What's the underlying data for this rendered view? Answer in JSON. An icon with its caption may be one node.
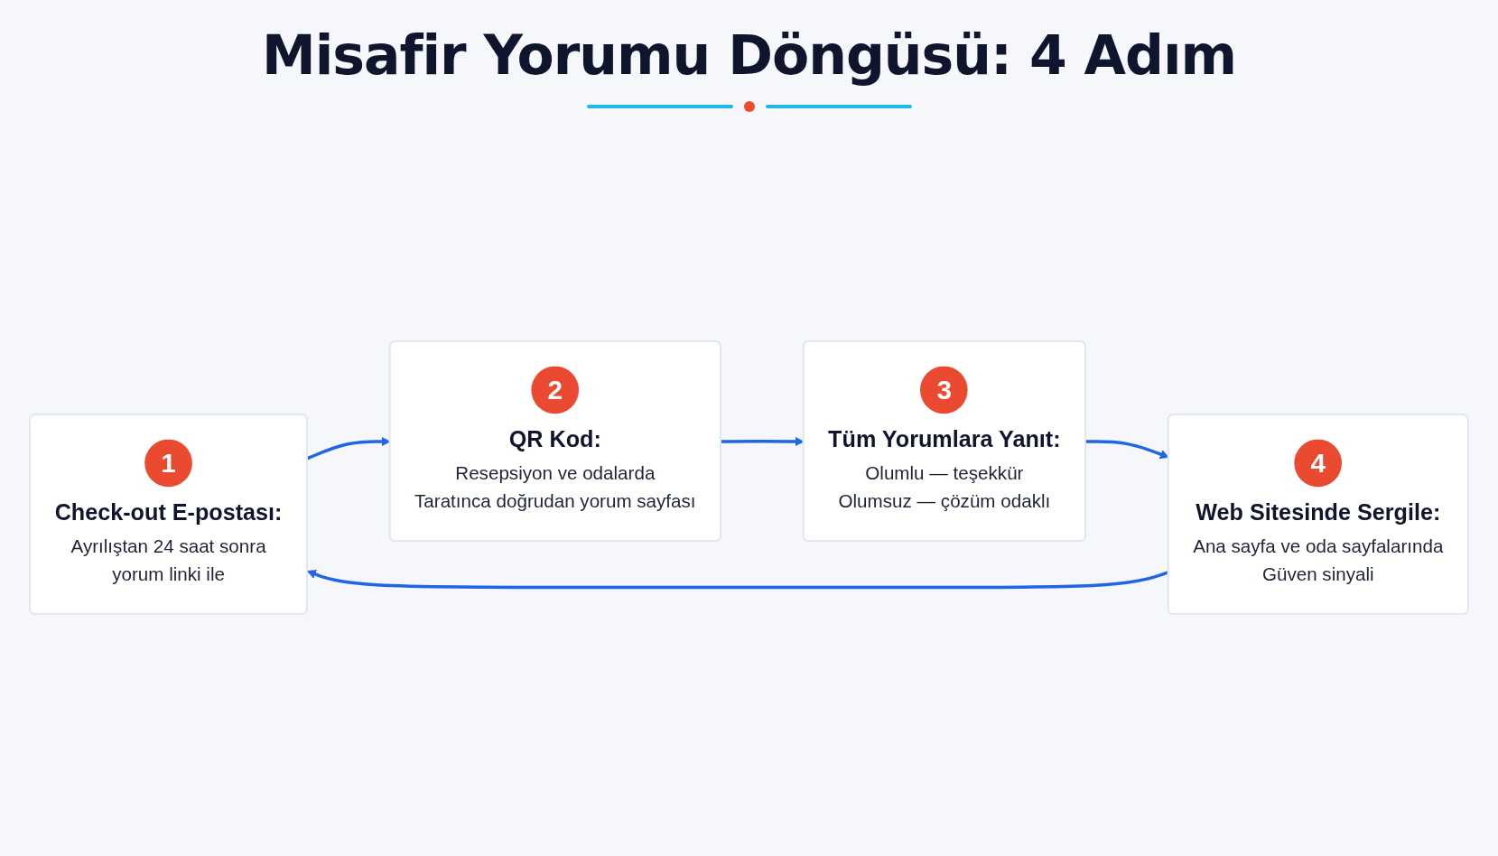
{
  "diagram": {
    "title": "Misafir Yorumu Döngüsü: 4 Adım",
    "nodes": [
      {
        "text": [
          "1",
          "Check-out E-postası:",
          "Ayrılıştan 24 saat sonra",
          "yorum linki ile"
        ]
      },
      {
        "text": [
          "2",
          "QR Kod:",
          "Resepsiyon ve odalarda",
          "Taratınca doğrudan yorum sayfası"
        ]
      },
      {
        "text": [
          "3",
          "Tüm Yorumlara Yanıt:",
          "Olumlu — teşekkür",
          "Olumsuz — çözüm odaklı"
        ]
      },
      {
        "text": [
          "4",
          "Web Sitesinde Sergile:",
          "Ana sayfa ve oda sayfalarında",
          "Güven sinyali"
        ]
      }
    ],
    "edges": [
      {
        "from": 0,
        "to": 1,
        "arrow": "to"
      },
      {
        "from": 1,
        "to": 2,
        "arrow": "to"
      },
      {
        "from": 2,
        "to": 3,
        "arrow": "to"
      },
      {
        "from": 3,
        "to": 0,
        "arrow": "to"
      }
    ]
  }
}
